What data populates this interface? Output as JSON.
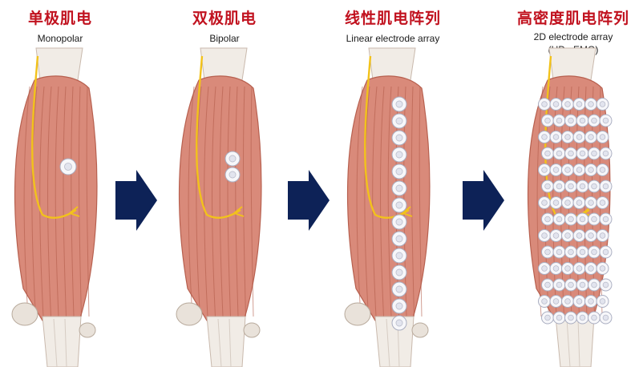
{
  "colors": {
    "title": "#c1121f",
    "arrow": "#0d2257",
    "muscle": "#d98a7a",
    "tendon": "#f1ece6",
    "nerve": "#f2c21b",
    "electrode": "#f7f7fa"
  },
  "panels": [
    {
      "title": "单极肌电",
      "subtitle": "Monopolar",
      "electrode_type": "single"
    },
    {
      "title": "双极肌电",
      "subtitle": "Bipolar",
      "electrode_type": "pair"
    },
    {
      "title": "线性肌电阵列",
      "subtitle": "Linear electrode array",
      "electrode_type": "column"
    },
    {
      "title": "高密度肌电阵列",
      "subtitle": "2D electrode array",
      "subtitle2": "(HD-sEMG)",
      "electrode_type": "grid"
    }
  ],
  "arrows": [
    {
      "icon": "right-chevron-arrow-icon"
    },
    {
      "icon": "right-chevron-arrow-icon"
    },
    {
      "icon": "right-chevron-arrow-icon"
    }
  ]
}
